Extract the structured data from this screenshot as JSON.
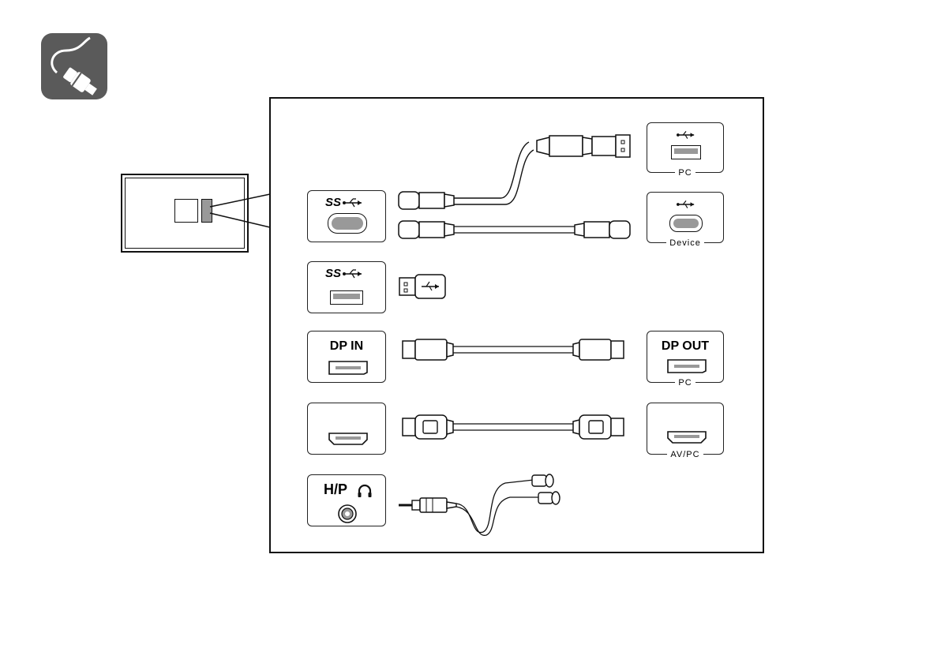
{
  "ports": {
    "ss_label_1": "SS",
    "ss_label_2": "SS",
    "dp_in": "DP IN",
    "hp": "H/P"
  },
  "hosts": {
    "pc_usb": "PC",
    "device": "Device",
    "dp_out": "DP OUT",
    "dp_out_caption": "PC",
    "hdmi_caption": "AV/PC"
  }
}
